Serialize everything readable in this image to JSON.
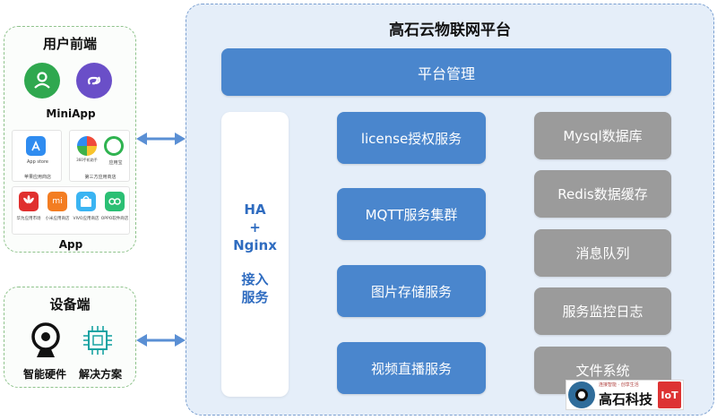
{
  "user_section": {
    "title": "用户前端",
    "miniapp_label": "MiniApp",
    "app_label": "App",
    "stores": [
      {
        "name": "App store",
        "caption": "苹果应用商店",
        "color": "#2f8cf0",
        "icon": "app-store-icon"
      },
      {
        "name": "360手机助手",
        "caption": "第三方应用商店",
        "color": "#3fb24a",
        "icon": "360-icon"
      },
      {
        "name": "应用宝",
        "caption": "",
        "color": "#2fb350",
        "icon": "yingyongbao-icon"
      },
      {
        "name": "HUAWEI",
        "caption": "华为应用市场",
        "color": "#e0302f",
        "icon": "huawei-icon"
      },
      {
        "name": "mi",
        "caption": "小米应用商店",
        "color": "#f37d22",
        "icon": "xiaomi-icon"
      },
      {
        "name": "vivo",
        "caption": "VIVO应用商店",
        "color": "#3ab4f2",
        "icon": "vivo-icon"
      },
      {
        "name": "OPPO",
        "caption": "OPPO软件商店",
        "color": "#2bbf74",
        "icon": "oppo-icon"
      }
    ],
    "mini_icons": [
      {
        "icon": "user-icon",
        "color": "#2fa84f"
      },
      {
        "icon": "link-icon",
        "color": "#6a4fc8"
      }
    ]
  },
  "device_section": {
    "title": "设备端",
    "items": [
      {
        "label": "智能硬件",
        "icon": "camera-icon"
      },
      {
        "label": "解决方案",
        "icon": "chip-icon"
      }
    ]
  },
  "platform": {
    "title": "高石云物联网平台",
    "management": "平台管理",
    "gateway": {
      "line1": "HA",
      "line2": "+",
      "line3": "Nginx",
      "line4": "接入",
      "line5": "服务"
    },
    "services": [
      "license授权服务",
      "MQTT服务集群",
      "图片存储服务",
      "视频直播服务"
    ],
    "storage": [
      "Mysql数据库",
      "Redis数据缓存",
      "消息队列",
      "服务监控日志",
      "文件系统"
    ]
  },
  "watermark": {
    "name": "高石科技",
    "slogan": "连接智能 · 创享生活",
    "badge": "IoT"
  },
  "colors": {
    "blue": "#4a86cd",
    "gray": "#9b9b9b",
    "panel_bg": "#e5eef9",
    "accent_text": "#2f6cc0"
  }
}
